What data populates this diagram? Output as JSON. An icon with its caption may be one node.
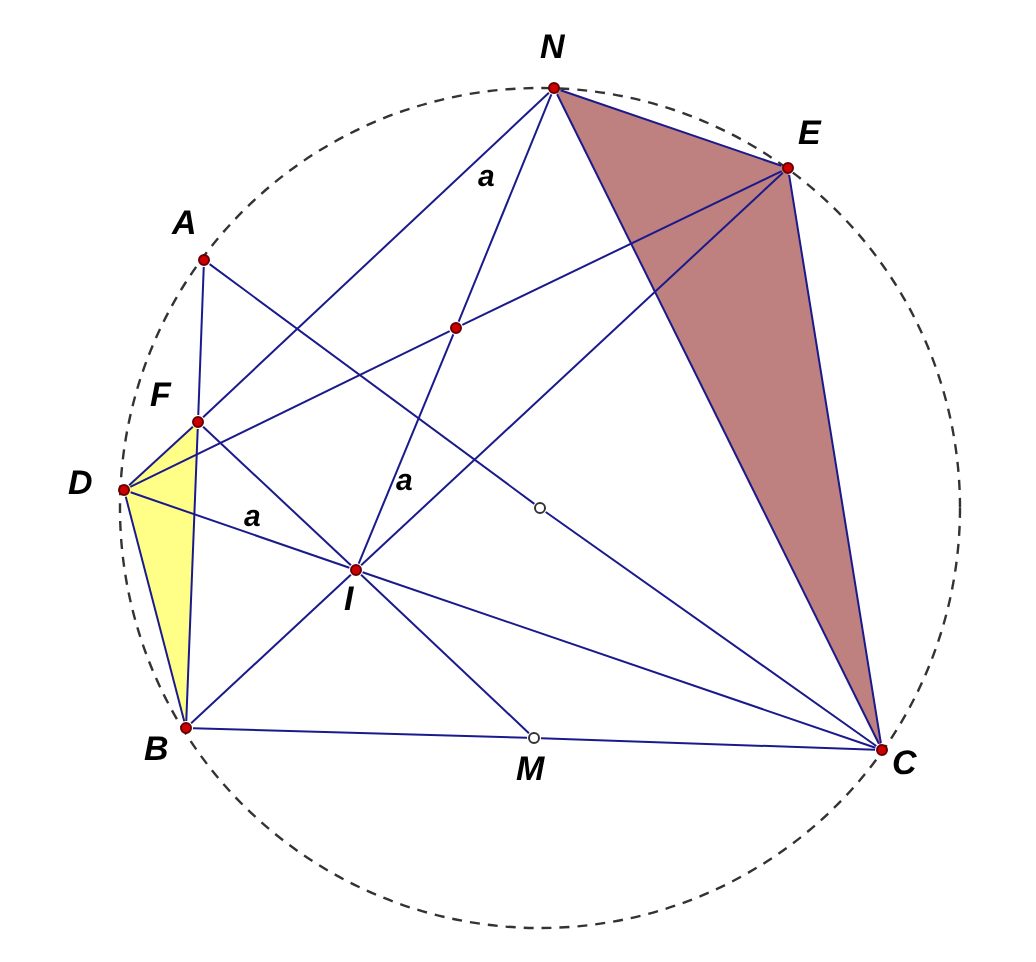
{
  "diagram": {
    "nodes": [
      {
        "text": [
          "N"
        ]
      },
      {
        "text": [
          "E"
        ]
      },
      {
        "text": [
          "A"
        ]
      },
      {
        "text": [
          "F"
        ]
      },
      {
        "text": [
          "D"
        ]
      },
      {
        "text": [
          "I"
        ]
      },
      {
        "text": [
          "B"
        ]
      },
      {
        "text": [
          "M"
        ]
      },
      {
        "text": [
          "C"
        ]
      },
      {
        "text": [],
        "shape": "circle"
      },
      {
        "text": [],
        "shape": "circle"
      }
    ],
    "edges": [
      {
        "from": 2,
        "to": 3,
        "arrow": "none"
      },
      {
        "from": 3,
        "to": 6,
        "arrow": "none"
      },
      {
        "from": 2,
        "to": 10,
        "arrow": "none"
      },
      {
        "from": 10,
        "to": 8,
        "arrow": "none"
      },
      {
        "from": 0,
        "to": 3,
        "arrow": "none"
      },
      {
        "from": 3,
        "to": 4,
        "arrow": "none"
      },
      {
        "from": 0,
        "to": 9,
        "arrow": "none"
      },
      {
        "from": 9,
        "to": 5,
        "arrow": "none"
      },
      {
        "from": 4,
        "to": 9,
        "arrow": "none"
      },
      {
        "from": 9,
        "to": 1,
        "arrow": "none"
      },
      {
        "from": 4,
        "to": 5,
        "arrow": "none"
      },
      {
        "from": 5,
        "to": 8,
        "arrow": "none"
      },
      {
        "from": 3,
        "to": 5,
        "arrow": "none"
      },
      {
        "from": 5,
        "to": 7,
        "arrow": "none"
      },
      {
        "from": 6,
        "to": 5,
        "arrow": "none"
      },
      {
        "from": 5,
        "to": 1,
        "arrow": "none"
      },
      {
        "from": 6,
        "to": 7,
        "arrow": "none"
      },
      {
        "from": 7,
        "to": 8,
        "arrow": "none"
      },
      {
        "from": 0,
        "to": 8,
        "arrow": "none"
      },
      {
        "from": 0,
        "to": 1,
        "arrow": "none"
      },
      {
        "from": 1,
        "to": 8,
        "arrow": "none"
      },
      {
        "from": 4,
        "to": 6,
        "arrow": "none"
      }
    ],
    "labels": [
      "a",
      "a",
      "a"
    ]
  }
}
